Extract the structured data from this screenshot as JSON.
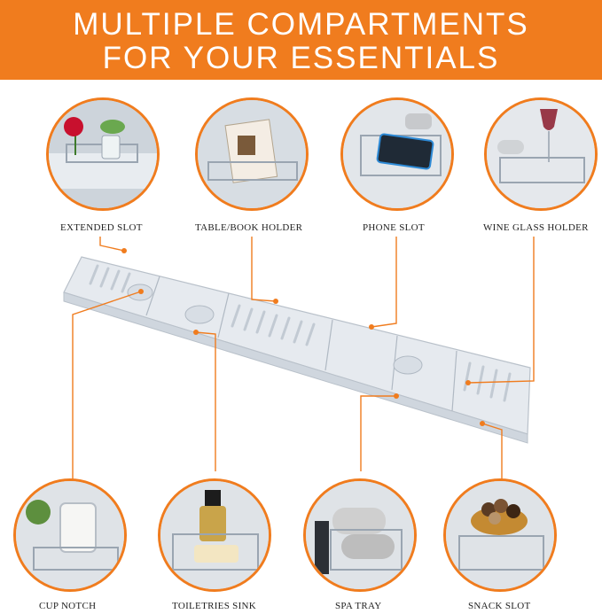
{
  "banner": {
    "line1": "MULTIPLE COMPARTMENTS",
    "line2": "FOR YOUR ESSENTIALS"
  },
  "colors": {
    "accent": "#f07c1e",
    "text": "#222222",
    "tray": "#dfe4ea"
  },
  "top_items": [
    {
      "label": "EXTENDED SLOT",
      "image": "rose-vase-on-tray"
    },
    {
      "label": "TABLE/BOOK HOLDER",
      "image": "book-in-holder"
    },
    {
      "label": "PHONE SLOT",
      "image": "phone-on-tray"
    },
    {
      "label": "WINE GLASS HOLDER",
      "image": "wine-glass-and-towel"
    }
  ],
  "bottom_items": [
    {
      "label": "CUP NOTCH",
      "image": "candle-in-cup-notch"
    },
    {
      "label": "TOILETRIES SINK",
      "image": "perfume-and-soap"
    },
    {
      "label": "SPA TRAY",
      "image": "rolled-towel-in-tray"
    },
    {
      "label": "SNACK SLOT",
      "image": "chocolates-in-bowl"
    }
  ]
}
